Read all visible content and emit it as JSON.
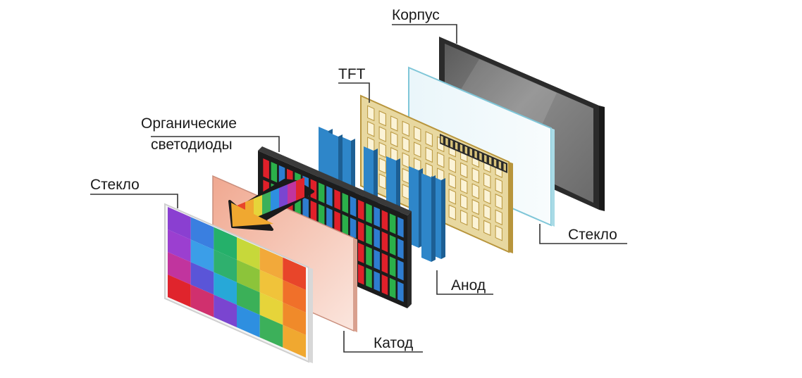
{
  "labels": {
    "korpus": "Корпус",
    "tft": "TFT",
    "oled_line1": "Органические",
    "oled_line2": "светодиоды",
    "glass_front": "Стекло",
    "glass_back": "Стекло",
    "anode": "Анод",
    "cathode": "Катод"
  },
  "colors": {
    "housing_frame": "#2b2b2b",
    "housing_screen": "#6f6f6f",
    "tft_fill": "#e8d8a0",
    "tft_border": "#b8953c",
    "anode_strip": "#2e86c9",
    "oled_red": "#e0202a",
    "oled_green": "#2bb04a",
    "oled_blue": "#2e7dd0",
    "cathode_fill": "#f2b8a6",
    "glass_edge": "#7fc6d8"
  }
}
